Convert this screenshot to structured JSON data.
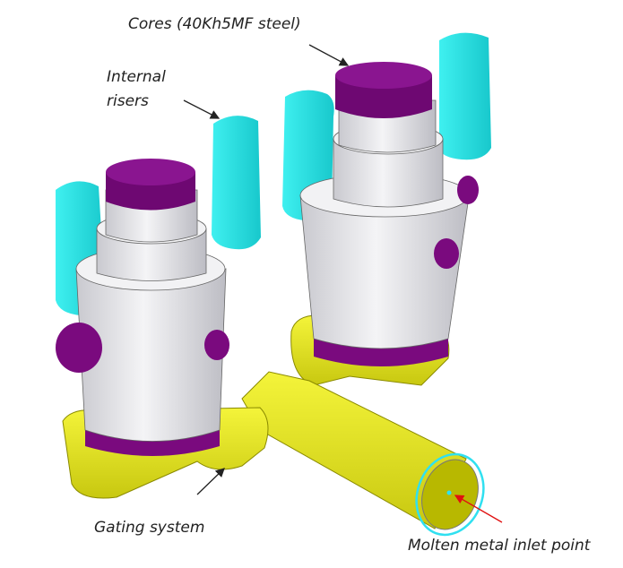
{
  "labels": {
    "cores": "Cores (40Kh5MF steel)",
    "risers_line1": "Internal",
    "risers_line2": "risers",
    "gating": "Gating system",
    "inlet": "Molten metal inlet point"
  },
  "colors": {
    "core": "#7a0a7e",
    "riser": "#22e6e6",
    "gating": "#e8e81a",
    "casting": "#e6e6ea",
    "inlet_arrow": "#e01010",
    "inlet_ring": "#30e0f0"
  }
}
